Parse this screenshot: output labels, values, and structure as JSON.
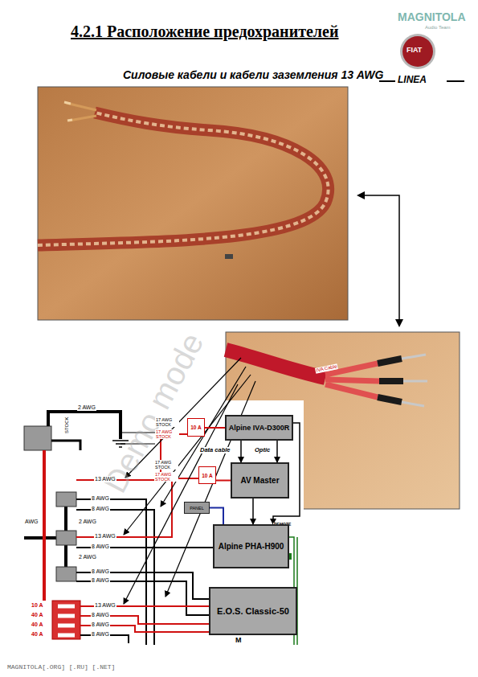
{
  "diagram": {
    "title": "4.2.1 Расположение предохранителей",
    "nodes": [
      {
        "text": [
          "10 A"
        ]
      },
      {
        "text": [
          "Alpine IVA-D300R"
        ]
      },
      {
        "text": [
          "10 A"
        ]
      },
      {
        "text": [
          "AV Master"
        ]
      },
      {
        "text": [
          "PANEL"
        ]
      },
      {
        "text": [
          "Alpine PHA-H900"
        ]
      },
      {
        "text": [
          "E.O.S. Classic-50"
        ]
      }
    ],
    "edges": [
      {
        "from": 0,
        "to": 1,
        "arrow": "none"
      },
      {
        "from": 1,
        "to": 3,
        "label": "Data cable",
        "arrow": "to"
      },
      {
        "from": 1,
        "to": 3,
        "label": "Optic",
        "arrow": "to"
      },
      {
        "from": 2,
        "to": 3,
        "arrow": "none"
      },
      {
        "from": 3,
        "to": 5,
        "arrow": "to"
      },
      {
        "from": 4,
        "to": 5,
        "arrow": "none"
      },
      {
        "from": 1,
        "to": 5,
        "arrow": "to"
      }
    ],
    "labels": [
      "MAGNITOLA",
      "Audio Team",
      "FIAT",
      "LINEA",
      "Силовые кабели и кабели заземления 13 AWG",
      "IVA Cable",
      "Demo mode",
      "2 AWG",
      "STOCK",
      "17 AWG STOCK",
      "17 AWG STOCK",
      "17 AWG STOCK",
      "17 AWG STOCK",
      "13 AWG",
      "8 AWG",
      "8 AWG",
      "AWG",
      "2 AWG",
      "13 AWG",
      "8 AWG",
      "2 AWG",
      "8 AWG",
      "8 AWG",
      "REMOTE",
      "10 A",
      "13 AWG",
      "40 A",
      "8 AWG",
      "40 A",
      "8 AWG",
      "40 A",
      "8 AWG",
      "M",
      "MAGNITOLA[.ORG] [.RU] [.NET]"
    ]
  }
}
